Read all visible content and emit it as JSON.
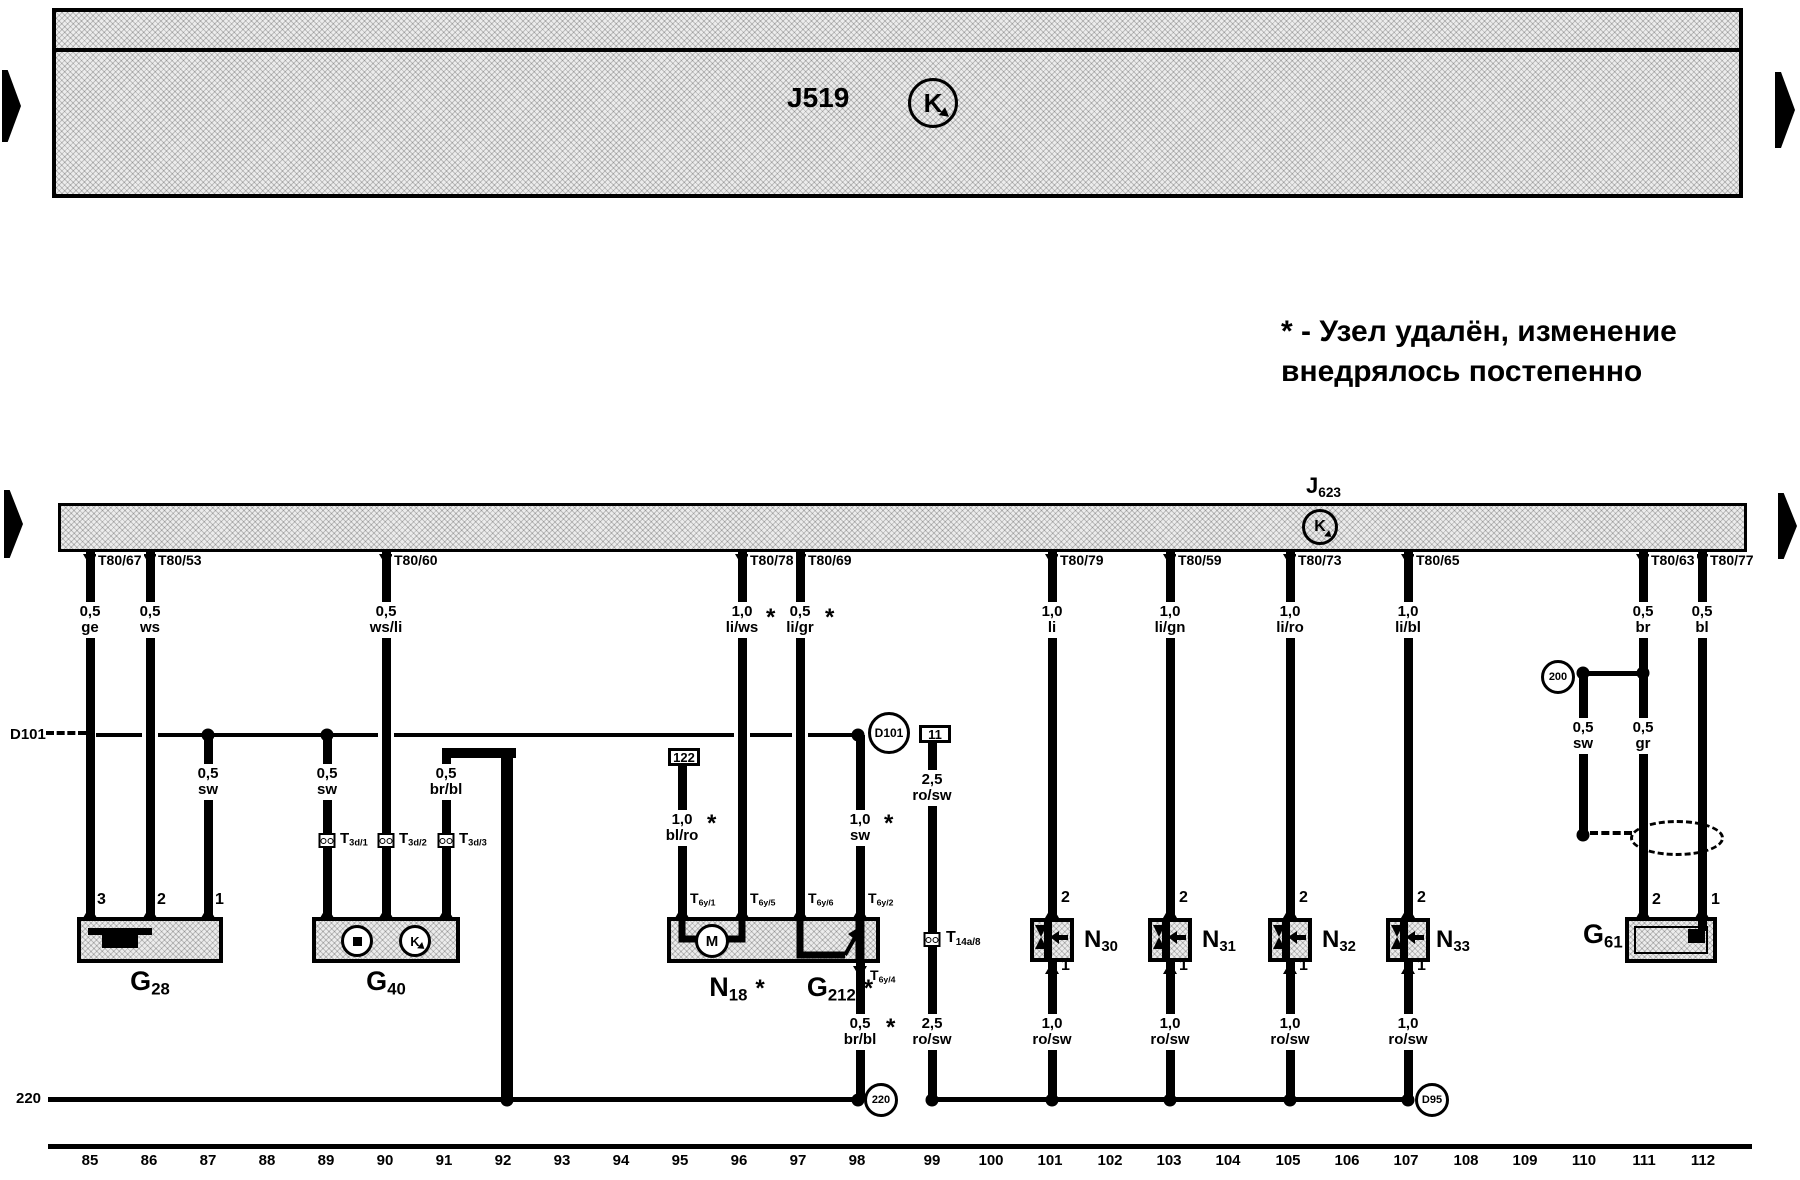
{
  "note": {
    "line1": "* - Узел удалён, изменение",
    "line2": "внедрялось постепенно"
  },
  "modules": {
    "j519": {
      "label": "J519"
    },
    "j623": {
      "main": "J",
      "sub": "623"
    }
  },
  "symbols": {
    "k": "K",
    "m": "M"
  },
  "bus": {
    "d101": "D101",
    "t220": "220"
  },
  "rings": {
    "d101": "D101",
    "t220": "220",
    "d95": "D95",
    "r200": "200"
  },
  "refboxes": {
    "b122": "122",
    "b11": "11"
  },
  "terminals": [
    "T80/67",
    "T80/53",
    "T80/60",
    "T80/78",
    "T80/69",
    "T80/79",
    "T80/59",
    "T80/73",
    "T80/65",
    "T80/63",
    "T80/77"
  ],
  "top_labels": [
    {
      "g": "0,5",
      "c": "ge"
    },
    {
      "g": "0,5",
      "c": "ws"
    },
    {
      "g": "0,5",
      "c": "ws/li"
    },
    {
      "g": "1,0",
      "c": "li/ws"
    },
    {
      "g": "0,5",
      "c": "li/gr"
    },
    {
      "g": "1,0",
      "c": "li"
    },
    {
      "g": "1,0",
      "c": "li/gn"
    },
    {
      "g": "1,0",
      "c": "li/ro"
    },
    {
      "g": "1,0",
      "c": "li/bl"
    },
    {
      "g": "0,5",
      "c": "br"
    },
    {
      "g": "0,5",
      "c": "bl"
    }
  ],
  "mid_labels": [
    {
      "g": "0,5",
      "c": "sw"
    },
    {
      "g": "0,5",
      "c": "sw"
    },
    {
      "g": "0,5",
      "c": "br/bl"
    },
    {
      "g": "1,0",
      "c": "bl/ro"
    },
    {
      "g": "1,0",
      "c": "sw"
    },
    {
      "g": "2,5",
      "c": "ro/sw"
    },
    {
      "g": "0,5",
      "c": "sw"
    },
    {
      "g": "0,5",
      "c": "gr"
    }
  ],
  "low_labels": [
    {
      "g": "0,5",
      "c": "br/bl"
    },
    {
      "g": "2,5",
      "c": "ro/sw"
    },
    {
      "g": "1,0",
      "c": "ro/sw"
    },
    {
      "g": "1,0",
      "c": "ro/sw"
    },
    {
      "g": "1,0",
      "c": "ro/sw"
    },
    {
      "g": "1,0",
      "c": "ro/sw"
    }
  ],
  "ast": "*",
  "pins": {
    "t3d": [
      {
        "main": "T",
        "sub": "3d/1"
      },
      {
        "main": "T",
        "sub": "3d/2"
      },
      {
        "main": "T",
        "sub": "3d/3"
      }
    ],
    "t6y": [
      {
        "main": "T",
        "sub": "6y/1"
      },
      {
        "main": "T",
        "sub": "6y/5"
      },
      {
        "main": "T",
        "sub": "6y/6"
      },
      {
        "main": "T",
        "sub": "6y/2"
      },
      {
        "main": "T",
        "sub": "6y/4"
      }
    ],
    "t14": {
      "main": "T",
      "sub": "14a/8"
    },
    "g28": [
      "3",
      "2",
      "1"
    ],
    "valve_top": "2",
    "valve_bottom": "1",
    "g61": [
      "2",
      "1"
    ]
  },
  "components": {
    "g28": {
      "main": "G",
      "sub": "28"
    },
    "g40": {
      "main": "G",
      "sub": "40"
    },
    "n18": {
      "main": "N",
      "sub": "18",
      "suffix": "*"
    },
    "g212": {
      "main": "G",
      "sub": "212",
      "suffix": "*"
    },
    "n30": {
      "main": "N",
      "sub": "30"
    },
    "n31": {
      "main": "N",
      "sub": "31"
    },
    "n32": {
      "main": "N",
      "sub": "32"
    },
    "n33": {
      "main": "N",
      "sub": "33"
    },
    "g61": {
      "main": "G",
      "sub": "61"
    }
  },
  "track": [
    "85",
    "86",
    "87",
    "88",
    "89",
    "90",
    "91",
    "92",
    "93",
    "94",
    "95",
    "96",
    "97",
    "98",
    "99",
    "100",
    "101",
    "102",
    "103",
    "104",
    "105",
    "106",
    "107",
    "108",
    "109",
    "110",
    "111",
    "112"
  ]
}
